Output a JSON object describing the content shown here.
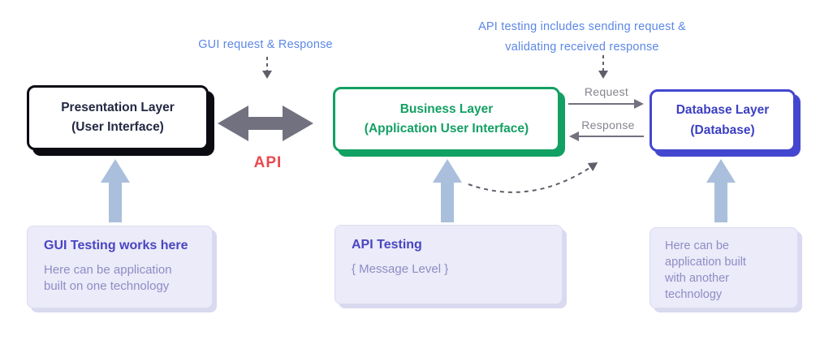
{
  "annotations": {
    "gui_request": "GUI request & Response",
    "api_note_line1": "API testing includes sending request &",
    "api_note_line2": "validating received response",
    "api_label": "API",
    "request_label": "Request",
    "response_label": "Response"
  },
  "layers": {
    "presentation": {
      "title": "Presentation Layer",
      "subtitle": "(User Interface)"
    },
    "business": {
      "title": "Business Layer",
      "subtitle": "(Application User Interface)"
    },
    "database": {
      "title": "Database Layer",
      "subtitle": "(Database)"
    }
  },
  "notes": {
    "gui_testing": {
      "title": "GUI Testing works here",
      "body": "Here can be application\nbuilt on one technology"
    },
    "api_testing": {
      "title": "API Testing",
      "body": "{ Message Level }"
    },
    "database_note": {
      "body": "Here can be\napplication built\nwith another\ntechnology"
    }
  },
  "icons": {
    "api_bidirectional_arrow": "double-headed-horizontal-arrow",
    "gui_request_dashed_arrow": "dashed-down-arrow",
    "api_note_dashed_arrow": "dashed-down-arrow",
    "request_arrow": "right-arrow",
    "response_arrow": "left-arrow",
    "api_testing_curve_arrow": "dashed-curved-arrow",
    "up_arrows": "solid-up-arrow"
  },
  "colors": {
    "annotation_blue": "#5b87e6",
    "api_red": "#e8494e",
    "arrow_gray": "#71717f",
    "dark_gray": "#5f5f6b",
    "label_gray": "#85858e",
    "steel_arrow": "#a9bfdc",
    "presentation_border": "#0b0b12",
    "presentation_text": "#232842",
    "business_green": "#13a063",
    "database_blue": "#4347cf",
    "database_text": "#3b3fc2",
    "note_bg": "#ebebf9",
    "note_border": "#dbdbf2",
    "note_shadow": "#d9d9ef",
    "note_title": "#4945c2",
    "note_body": "#8f8cc4"
  }
}
